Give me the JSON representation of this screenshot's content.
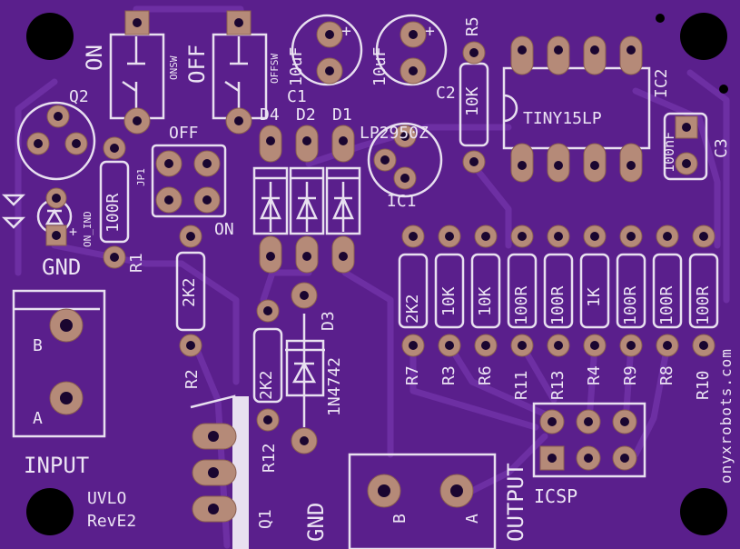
{
  "board": {
    "name": "UVLO",
    "revision": "RevE2",
    "website": "onyxrobots.com",
    "colors": {
      "soldermask": "#5a1f8c",
      "silkscreen": "#ece4f4",
      "copper_pad": "#b58a78"
    }
  },
  "switches": {
    "on_label": "ON",
    "on_ref": "ONSW",
    "off_label": "OFF",
    "off_ref": "OFFSW"
  },
  "caps": {
    "c1_ref": "C1",
    "c1_value": "10uF",
    "c2_ref": "C2",
    "c2_value": "10uF",
    "c3_ref": "C3",
    "c3_value": "100nF",
    "plus": "+"
  },
  "regulator": {
    "ref": "IC1",
    "value": "LP2950Z"
  },
  "mcu": {
    "ref": "IC2",
    "value": "TINY15LP"
  },
  "transistor_q2": {
    "ref": "Q2"
  },
  "led": {
    "ref": "ON_IND",
    "plus": "+"
  },
  "jumper": {
    "ref": "JP1",
    "off_label": "OFF",
    "on_label": "ON"
  },
  "diodes": {
    "d1": "D1",
    "d2": "D2",
    "d3": "D3",
    "d4": "D4",
    "d3_value": "1N4742"
  },
  "resistors": {
    "r1_ref": "R1",
    "r1_value": "100R",
    "r2_ref": "R2",
    "r2_value": "2K2",
    "r3_ref": "R3",
    "r3_value": "10K",
    "r4_ref": "R4",
    "r4_value": "1K",
    "r5_ref": "R5",
    "r5_value": "10K",
    "r6_ref": "R6",
    "r6_value": "10K",
    "r7_ref": "R7",
    "r7_value": "2K2",
    "r8_ref": "R8",
    "r8_value": "100R",
    "r9_ref": "R9",
    "r9_value": "100R",
    "r10_ref": "R10",
    "r10_value": "100R",
    "r11_ref": "R11",
    "r11_value": "100R",
    "r12_ref": "R12",
    "r12_value": "2K2",
    "r13_ref": "R13",
    "r13_value": "100R"
  },
  "transistor_q1": {
    "ref": "Q1"
  },
  "connectors": {
    "gnd_top": "GND",
    "input_label": "INPUT",
    "input_b": "B",
    "input_a": "A",
    "gnd_bottom": "GND",
    "output_label": "OUTPUT",
    "output_b": "B",
    "output_a": "A",
    "icsp_label": "ICSP"
  }
}
